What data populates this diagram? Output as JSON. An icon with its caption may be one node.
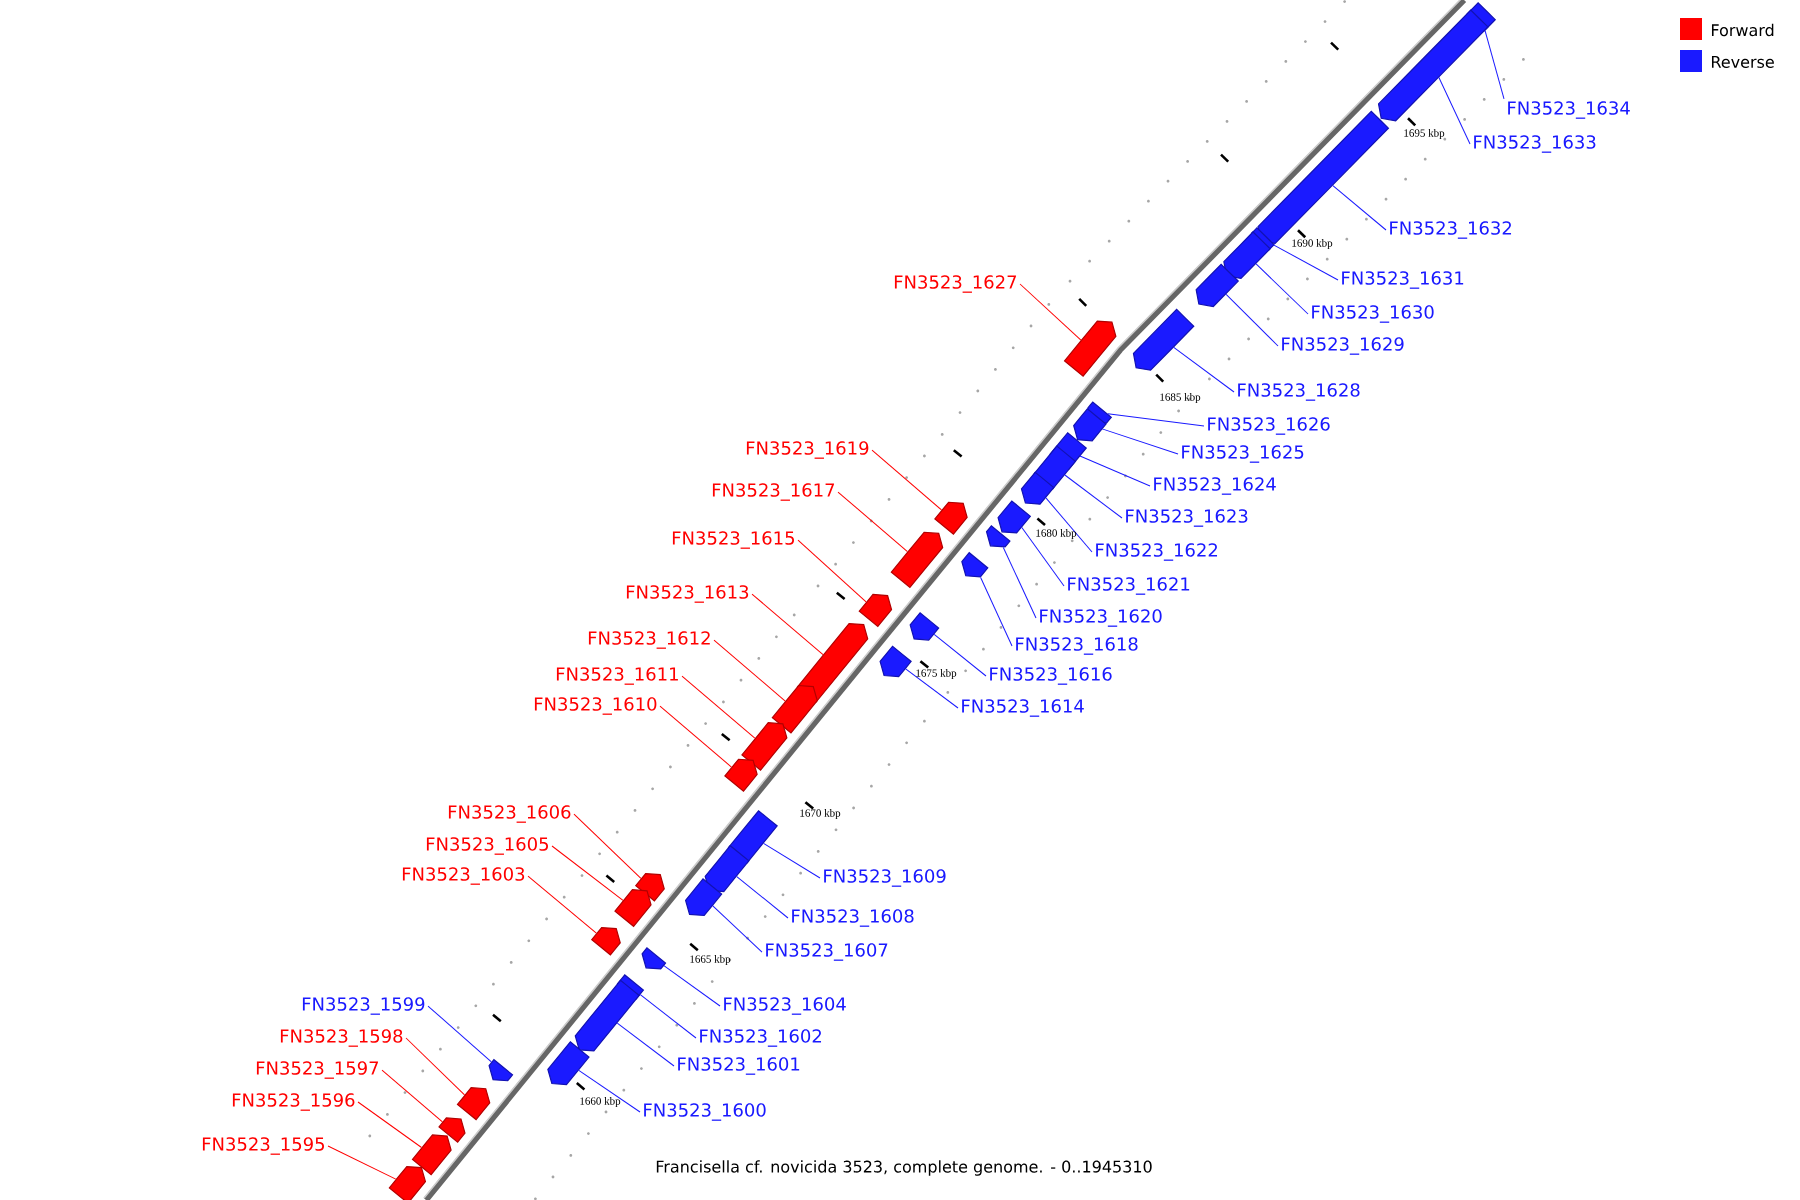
{
  "diagram": {
    "caption": "Francisella cf. novicida 3523, complete genome. - 0..1945310",
    "nodes": [
      {
        "text": [
          "FN3523_1634"
        ]
      },
      {
        "text": [
          "FN3523_1633"
        ]
      },
      {
        "text": [
          "FN3523_1632"
        ]
      },
      {
        "text": [
          "FN3523_1631"
        ]
      },
      {
        "text": [
          "FN3523_1627"
        ]
      },
      {
        "text": [
          "FN3523_1630"
        ]
      },
      {
        "text": [
          "FN3523_1629"
        ]
      },
      {
        "text": [
          "FN3523_1628"
        ]
      },
      {
        "text": [
          "FN3523_1626"
        ]
      },
      {
        "text": [
          "FN3523_1619"
        ]
      },
      {
        "text": [
          "FN3523_1625"
        ]
      },
      {
        "text": [
          "FN3523_1624"
        ]
      },
      {
        "text": [
          "FN3523_1617"
        ]
      },
      {
        "text": [
          "FN3523_1623"
        ]
      },
      {
        "text": [
          "FN3523_1615"
        ]
      },
      {
        "text": [
          "FN3523_1622"
        ]
      },
      {
        "text": [
          "FN3523_1621"
        ]
      },
      {
        "text": [
          "FN3523_1613"
        ]
      },
      {
        "text": [
          "FN3523_1620"
        ]
      },
      {
        "text": [
          "FN3523_1612"
        ]
      },
      {
        "text": [
          "FN3523_1618"
        ]
      },
      {
        "text": [
          "FN3523_1611"
        ]
      },
      {
        "text": [
          "FN3523_1616"
        ]
      },
      {
        "text": [
          "FN3523_1610"
        ]
      },
      {
        "text": [
          "FN3523_1614"
        ]
      },
      {
        "text": [
          "FN3523_1606"
        ]
      },
      {
        "text": [
          "FN3523_1605"
        ]
      },
      {
        "text": [
          "FN3523_1603"
        ]
      },
      {
        "text": [
          "FN3523_1609"
        ]
      },
      {
        "text": [
          "FN3523_1608"
        ]
      },
      {
        "text": [
          "FN3523_1607"
        ]
      },
      {
        "text": [
          "FN3523_1599"
        ]
      },
      {
        "text": [
          "FN3523_1604"
        ]
      },
      {
        "text": [
          "FN3523_1598"
        ]
      },
      {
        "text": [
          "FN3523_1602"
        ]
      },
      {
        "text": [
          "FN3523_1601"
        ]
      },
      {
        "text": [
          "FN3523_1597"
        ]
      },
      {
        "text": [
          "FN3523_1596"
        ]
      },
      {
        "text": [
          "FN3523_1600"
        ]
      },
      {
        "text": [
          "FN3523_1595"
        ]
      },
      {
        "text": [],
        "shape": "box"
      },
      {
        "text": [],
        "shape": "box"
      },
      {
        "text": [],
        "shape": "box"
      },
      {
        "text": [],
        "shape": "box"
      },
      {
        "text": [],
        "shape": "box"
      },
      {
        "text": [],
        "shape": "box"
      },
      {
        "text": [],
        "shape": "box"
      },
      {
        "text": [],
        "shape": "box"
      },
      {
        "text": [],
        "shape": "box"
      },
      {
        "text": [],
        "shape": "box"
      },
      {
        "text": [],
        "shape": "box"
      },
      {
        "text": [],
        "shape": "box"
      },
      {
        "text": [],
        "shape": "box"
      },
      {
        "text": [],
        "shape": "box"
      },
      {
        "text": [],
        "shape": "box"
      },
      {
        "text": [],
        "shape": "box"
      },
      {
        "text": [],
        "shape": "box"
      },
      {
        "text": [],
        "shape": "box"
      },
      {
        "text": [],
        "shape": "box"
      },
      {
        "text": [],
        "shape": "box"
      },
      {
        "text": [],
        "shape": "box"
      },
      {
        "text": [],
        "shape": "box"
      },
      {
        "text": [],
        "shape": "box"
      },
      {
        "text": [],
        "shape": "box"
      },
      {
        "text": [],
        "shape": "box"
      },
      {
        "text": [],
        "shape": "box"
      },
      {
        "text": [],
        "shape": "box"
      },
      {
        "text": [],
        "shape": "box"
      },
      {
        "text": [],
        "shape": "box"
      },
      {
        "text": [],
        "shape": "box"
      },
      {
        "text": [],
        "shape": "box"
      },
      {
        "text": [],
        "shape": "box"
      },
      {
        "text": [],
        "shape": "box"
      },
      {
        "text": [],
        "shape": "box"
      },
      {
        "text": [],
        "shape": "box"
      },
      {
        "text": [],
        "shape": "box"
      },
      {
        "text": [],
        "shape": "box"
      },
      {
        "text": [],
        "shape": "box"
      },
      {
        "text": [],
        "shape": "box"
      },
      {
        "text": [],
        "shape": "box"
      }
    ],
    "edges": [
      {
        "from": 0,
        "to": 40,
        "arrow": "none"
      },
      {
        "from": 1,
        "to": 41,
        "arrow": "none"
      },
      {
        "from": 2,
        "to": 42,
        "arrow": "none"
      },
      {
        "from": 3,
        "to": 43,
        "arrow": "none"
      },
      {
        "from": 4,
        "to": 44,
        "arrow": "none",
        "color": "#ff0000"
      },
      {
        "from": 5,
        "to": 45,
        "arrow": "none"
      },
      {
        "from": 6,
        "to": 46,
        "arrow": "none"
      },
      {
        "from": 7,
        "to": 47,
        "arrow": "none"
      },
      {
        "from": 8,
        "to": 48,
        "arrow": "none"
      },
      {
        "from": 9,
        "to": 49,
        "arrow": "none",
        "color": "#ff0000"
      },
      {
        "from": 10,
        "to": 50,
        "arrow": "none"
      },
      {
        "from": 11,
        "to": 51,
        "arrow": "none"
      },
      {
        "from": 12,
        "to": 52,
        "arrow": "none",
        "color": "#ff0000"
      },
      {
        "from": 13,
        "to": 53,
        "arrow": "none"
      },
      {
        "from": 14,
        "to": 54,
        "arrow": "none",
        "color": "#ff0000"
      },
      {
        "from": 15,
        "to": 55,
        "arrow": "none"
      },
      {
        "from": 16,
        "to": 56,
        "arrow": "none"
      },
      {
        "from": 17,
        "to": 57,
        "arrow": "none",
        "color": "#ff0000"
      },
      {
        "from": 18,
        "to": 58,
        "arrow": "none"
      },
      {
        "from": 19,
        "to": 59,
        "arrow": "none",
        "color": "#ff0000"
      },
      {
        "from": 20,
        "to": 60,
        "arrow": "none"
      },
      {
        "from": 21,
        "to": 61,
        "arrow": "none",
        "color": "#ff0000"
      },
      {
        "from": 22,
        "to": 62,
        "arrow": "none"
      },
      {
        "from": 23,
        "to": 63,
        "arrow": "none",
        "color": "#ff0000"
      },
      {
        "from": 24,
        "to": 64,
        "arrow": "none"
      },
      {
        "from": 25,
        "to": 65,
        "arrow": "none",
        "color": "#ff0000"
      },
      {
        "from": 26,
        "to": 66,
        "arrow": "none",
        "color": "#ff0000"
      },
      {
        "from": 27,
        "to": 67,
        "arrow": "none",
        "color": "#ff0000"
      },
      {
        "from": 28,
        "to": 68,
        "arrow": "none"
      },
      {
        "from": 29,
        "to": 69,
        "arrow": "none"
      },
      {
        "from": 30,
        "to": 70,
        "arrow": "none"
      },
      {
        "from": 31,
        "to": 71,
        "arrow": "none"
      },
      {
        "from": 32,
        "to": 72,
        "arrow": "none"
      },
      {
        "from": 33,
        "to": 73,
        "arrow": "none",
        "color": "#ff0000"
      },
      {
        "from": 34,
        "to": 74,
        "arrow": "none"
      },
      {
        "from": 35,
        "to": 75,
        "arrow": "none"
      },
      {
        "from": 36,
        "to": 76,
        "arrow": "none",
        "color": "#ff0000"
      },
      {
        "from": 37,
        "to": 77,
        "arrow": "none",
        "color": "#ff0000"
      },
      {
        "from": 38,
        "to": 78,
        "arrow": "none"
      },
      {
        "from": 39,
        "to": 79,
        "arrow": "none",
        "color": "#ff0000"
      }
    ],
    "labels": [
      "1695 kbp",
      "1690 kbp",
      "1685 kbp",
      "1680 kbp",
      "1675 kbp",
      "1670 kbp",
      "1665 kbp",
      "1660 kbp"
    ],
    "legend": [
      {
        "text": "Forward",
        "color": "#ff0000"
      },
      {
        "text": "Reverse",
        "color": "#1a1aff"
      }
    ]
  }
}
